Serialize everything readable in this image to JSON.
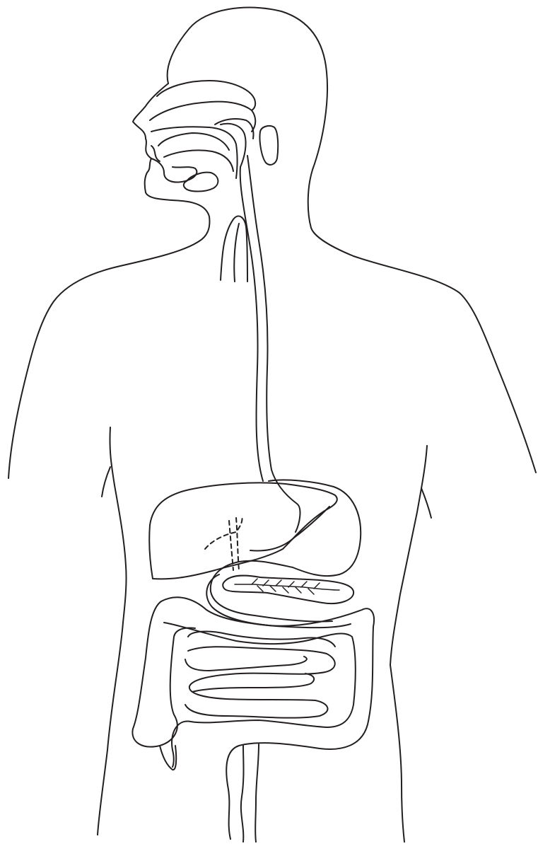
{
  "diagram": {
    "line_color": "#231f20",
    "background": "#ffffff",
    "parts": [
      "head-outline",
      "torso-outline",
      "nasal-cavity",
      "oral-cavity",
      "tongue",
      "salivary-gland",
      "pharynx",
      "esophagus",
      "trachea",
      "liver",
      "gallbladder-duct",
      "stomach",
      "pancreas",
      "duodenum",
      "large-intestine",
      "small-intestine",
      "rectum"
    ]
  }
}
